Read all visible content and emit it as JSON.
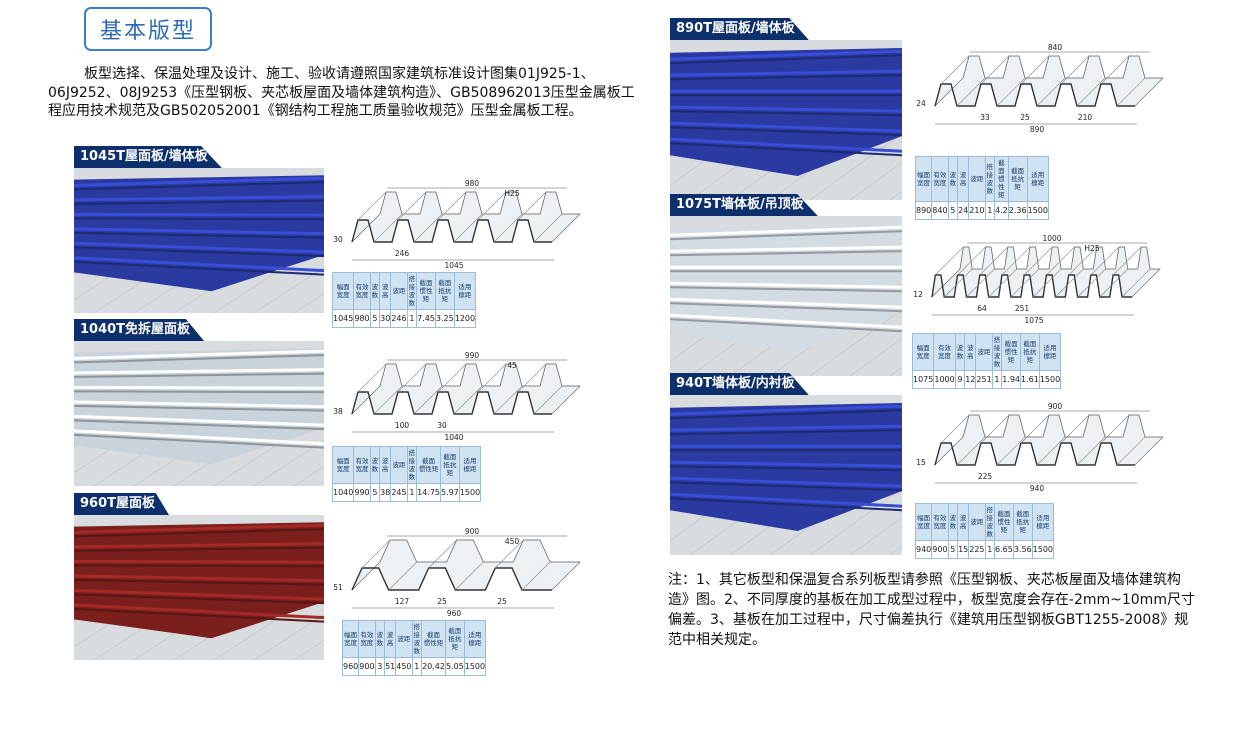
{
  "title": "基本版型",
  "intro": "板型选择、保温处理及设计、施工、验收请遵照国家建筑标准设计图集01J925-1、06J9252、08J9253《压型钢板、夹芯板屋面及墙体建筑构造》、GB508962013压型金属板工程应用技术规范及GB502052001《钢结构工程施工质量验收规范》压型金属板工程。",
  "note": "注：1、其它板型和保温复合系列板型请参照《压型钢板、夹芯板屋面及墙体建筑构造》图。2、不同厚度的基板在加工成型过程中，板型宽度会存在-2mm~10mm尺寸偏差。3、基板在加工过程中，尺寸偏差执行《建筑用压型钢板GBT1255-2008》规范中相关规定。",
  "table_headers": [
    [
      "幅面",
      "宽度"
    ],
    [
      "有效",
      "宽度"
    ],
    [
      "波数",
      ""
    ],
    [
      "波高",
      ""
    ],
    [
      "波距",
      ""
    ],
    [
      "搭接",
      "波数"
    ],
    [
      "截面",
      "惯性矩"
    ],
    [
      "截面",
      "抵抗矩"
    ],
    [
      "适用",
      "檩距"
    ]
  ],
  "panels": [
    {
      "name": "1045T屋面板/墙体板",
      "color": "#2a3aa0",
      "dims": {
        "top": "980",
        "rib": "H25",
        "side": "30",
        "pitch": "246",
        "bottom": "1045"
      },
      "row": [
        "1045",
        "980",
        "5",
        "30",
        "246",
        "1",
        "7.45",
        "3.25",
        "1200"
      ]
    },
    {
      "name": "1040T免拆屋面板",
      "color": "#c9d3dc",
      "dims": {
        "top": "990",
        "rib": "45",
        "side": "38",
        "pitch": "100",
        "pitch2": "30",
        "bottom": "1040"
      },
      "row": [
        "1040",
        "990",
        "5",
        "38",
        "245",
        "1",
        "14.75",
        "5.97",
        "1500"
      ]
    },
    {
      "name": "960T屋面板",
      "color": "#7a1f1c",
      "dims": {
        "top": "900",
        "rib": "450",
        "side": "51",
        "pitch": "127",
        "pitch2": "25",
        "pitch3": "25",
        "bottom": "960"
      },
      "row": [
        "960",
        "900",
        "3",
        "51",
        "450",
        "1",
        "20.42",
        "5.05",
        "1500"
      ]
    },
    {
      "name": "890T屋面板/墙体板",
      "color": "#2a3aa0",
      "dims": {
        "top": "840",
        "rib": "",
        "side": "24",
        "pitch": "33",
        "pitch2": "25",
        "pitch3": "210",
        "bottom": "890"
      },
      "row": [
        "890",
        "840",
        "5",
        "24",
        "210",
        "1",
        "4.2",
        "2.36",
        "1500"
      ]
    },
    {
      "name": "1075T墙体板/吊顶板",
      "color": "#d3dbe3",
      "dims": {
        "top": "1000",
        "rib": "H25",
        "side": "12",
        "pitch": "64",
        "pitch2": "251",
        "bottom": "1075"
      },
      "row": [
        "1075",
        "1000",
        "9",
        "12",
        "251",
        "1",
        "1.94",
        "1.61",
        "1500"
      ]
    },
    {
      "name": "940T墙体板/内衬板",
      "color": "#2a3aa0",
      "dims": {
        "top": "900",
        "rib": "",
        "side": "15",
        "pitch": "225",
        "bottom": "940"
      },
      "row": [
        "940",
        "900",
        "5",
        "15",
        "225",
        "1",
        "6.65",
        "3.56",
        "1500"
      ]
    }
  ]
}
